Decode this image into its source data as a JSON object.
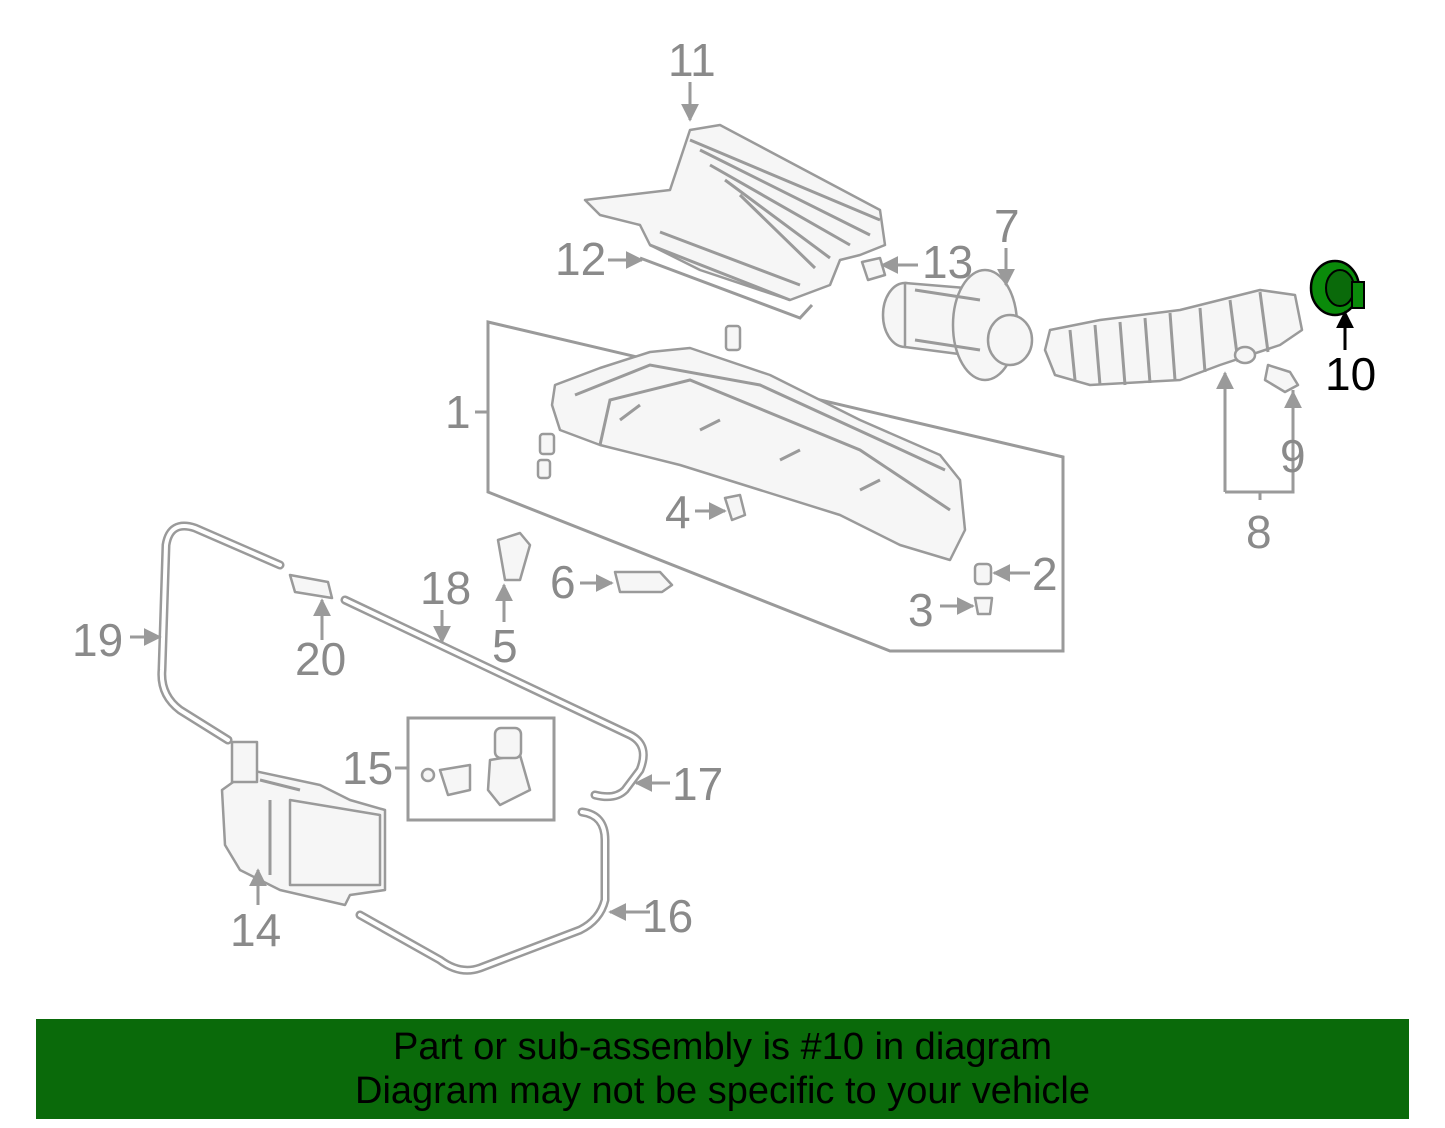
{
  "diagram": {
    "labels": {
      "p1": "1",
      "p2": "2",
      "p3": "3",
      "p4": "4",
      "p5": "5",
      "p6": "6",
      "p7": "7",
      "p8": "8",
      "p9": "9",
      "p10": "10",
      "p11": "11",
      "p12": "12",
      "p13": "13",
      "p14": "14",
      "p15": "15",
      "p16": "16",
      "p17": "17",
      "p18": "18",
      "p19": "19",
      "p20": "20"
    },
    "highlighted_part": "10",
    "colors": {
      "highlight": "#0a8a0a",
      "banner": "#0a6a0a",
      "line_art": "#9a9a9a"
    }
  },
  "banner": {
    "line1": "Part or sub-assembly is #10 in diagram",
    "line2": "Diagram may not be specific to your vehicle"
  }
}
